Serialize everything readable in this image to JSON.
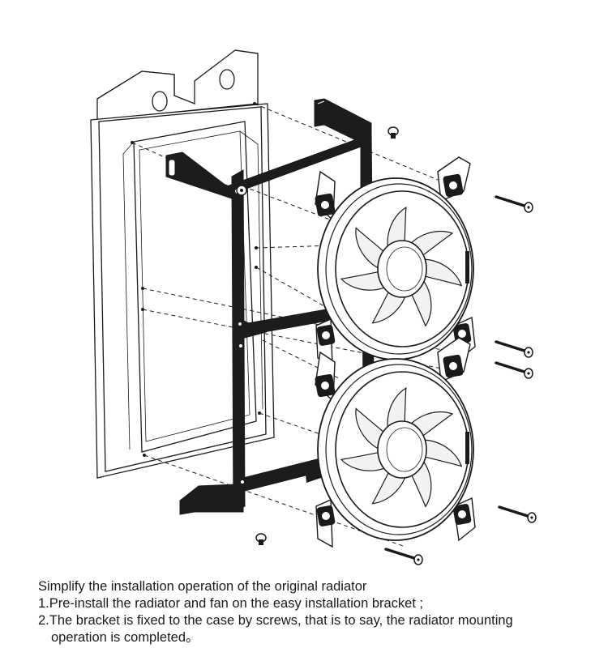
{
  "figure": {
    "fan_logo_text": "",
    "colors": {
      "line": "#1a1a1a",
      "bracket": "#1c1c1c",
      "radiator_fill": "#ffffff",
      "fan_blade_shade": "#f2f2f2",
      "background": "#ffffff"
    },
    "parts": [
      "radiator",
      "mounting-bracket",
      "upper-fan",
      "lower-fan",
      "screws"
    ]
  },
  "caption": {
    "title": "Simplify the installation operation of the original radiator",
    "step1": "1.Pre-install the radiator and fan on the easy installation bracket ;",
    "step2_line1": "2.The bracket is fixed to the case by screws, that is to say, the radiator mounting",
    "step2_line2": "operation is completed。"
  }
}
